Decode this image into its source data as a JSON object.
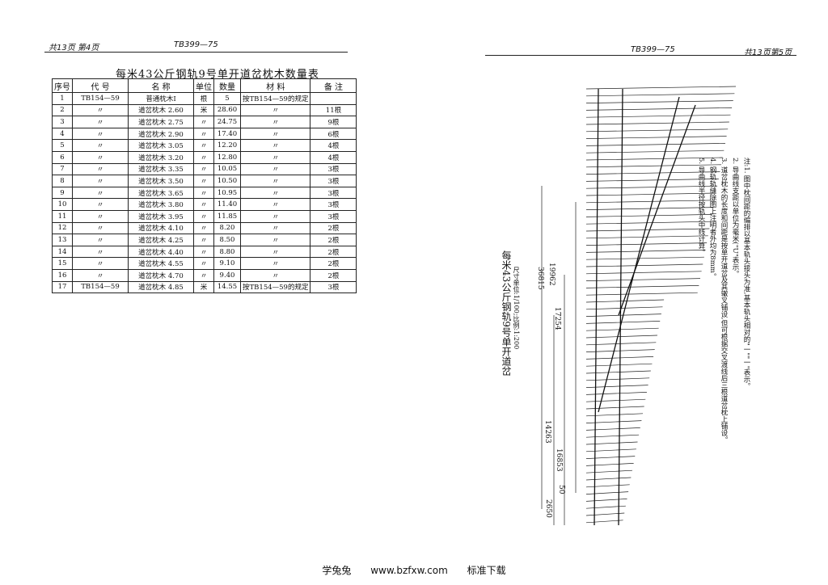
{
  "left_page": {
    "header_left": "共13页 第4页",
    "header_center": "TB399—75"
  },
  "right_page": {
    "header_center": "TB399—75",
    "header_right": "共13页第5页"
  },
  "table": {
    "title": "每米43公斤钢轨9号单开道岔枕木数量表",
    "headers": [
      "序号",
      "代 号",
      "名 称",
      "单位",
      "数量",
      "材 料",
      "备 注"
    ],
    "rows": [
      [
        "1",
        "TB154—59",
        "普通枕木Ⅰ",
        "根",
        "5",
        "按TB154—59的规定",
        ""
      ],
      [
        "2",
        "〃",
        "道岔枕木 2.60",
        "米",
        "28.60",
        "〃",
        "11根"
      ],
      [
        "3",
        "〃",
        "道岔枕木 2.75",
        "〃",
        "24.75",
        "〃",
        "9根"
      ],
      [
        "4",
        "〃",
        "道岔枕木 2.90",
        "〃",
        "17.40",
        "〃",
        "6根"
      ],
      [
        "5",
        "〃",
        "道岔枕木 3.05",
        "〃",
        "12.20",
        "〃",
        "4根"
      ],
      [
        "6",
        "〃",
        "道岔枕木 3.20",
        "〃",
        "12.80",
        "〃",
        "4根"
      ],
      [
        "7",
        "〃",
        "道岔枕木 3.35",
        "〃",
        "10.05",
        "〃",
        "3根"
      ],
      [
        "8",
        "〃",
        "道岔枕木 3.50",
        "〃",
        "10.50",
        "〃",
        "3根"
      ],
      [
        "9",
        "〃",
        "道岔枕木 3.65",
        "〃",
        "10.95",
        "〃",
        "3根"
      ],
      [
        "10",
        "〃",
        "道岔枕木 3.80",
        "〃",
        "11.40",
        "〃",
        "3根"
      ],
      [
        "11",
        "〃",
        "道岔枕木 3.95",
        "〃",
        "11.85",
        "〃",
        "3根"
      ],
      [
        "12",
        "〃",
        "道岔枕木 4.10",
        "〃",
        "8.20",
        "〃",
        "2根"
      ],
      [
        "13",
        "〃",
        "道岔枕木 4.25",
        "〃",
        "8.50",
        "〃",
        "2根"
      ],
      [
        "14",
        "〃",
        "道岔枕木 4.40",
        "〃",
        "8.80",
        "〃",
        "2根"
      ],
      [
        "15",
        "〃",
        "道岔枕木 4.55",
        "〃",
        "9.10",
        "〃",
        "2根"
      ],
      [
        "16",
        "〃",
        "道岔枕木 4.70",
        "〃",
        "9.40",
        "〃",
        "2根"
      ],
      [
        "17",
        "TB154—59",
        "道岔枕木 4.85",
        "米",
        "14.55",
        "按TB154—59的规定",
        "3根"
      ]
    ]
  },
  "drawing": {
    "title": "每米43公斤钢轨9号单开道岔",
    "subtitle": "尺寸单位:1/100;比例:1:200",
    "dims": [
      "36815",
      "19962",
      "17254",
      "16853",
      "14263",
      "2650",
      "50"
    ],
    "notes": [
      "注:1. 图中枕间距的编排以基本轨头接头为准,基本轨头相对的\"一\"\"一\"表示。",
      "2. 导曲线支距以单位为毫米(\"U\"表示。",
      "3. 道岔枕木的长度和间距是按单开道岔及其辙叉铺设,但可根据交叉渡线后三根道岔枕上铺设。",
      "4. 钢轨轨缝除图上注明者外均为8mm。",
      "5. 导曲线半径按轨头中线计算。"
    ]
  },
  "footer": {
    "site": "学兔兔",
    "url": "www.bzfxw.com",
    "label": "标准下载"
  }
}
